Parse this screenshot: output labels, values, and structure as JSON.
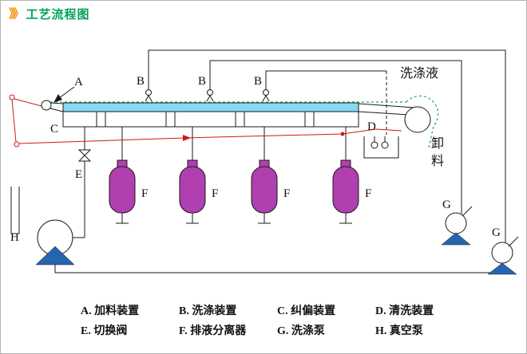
{
  "header": {
    "chevrons": "》》",
    "title": "工艺流程图"
  },
  "colors": {
    "accent_orange": "#F28C00",
    "title_green": "#00A15A",
    "belt_cyan": "#86D9F2",
    "vessel_purple": "#B03FB0",
    "pump_blue": "#2565AE",
    "line_red": "#D01818",
    "path_green": "#2EA44E"
  },
  "diagram": {
    "labels": {
      "washing_liquid": "洗涤液",
      "discharge_top": "卸",
      "discharge_bottom": "料"
    },
    "markers": {
      "feed": "A",
      "wash": "B",
      "tracking": "C",
      "clean": "D",
      "valve": "E",
      "separator": "F",
      "wash_pump": "G",
      "vacuum_pump": "H"
    }
  },
  "legend": {
    "items": [
      {
        "text": "A. 加料装置"
      },
      {
        "text": "B. 洗涤装置"
      },
      {
        "text": "C. 纠偏装置"
      },
      {
        "text": "D. 清洗装置"
      },
      {
        "text": "E. 切换阀"
      },
      {
        "text": "F. 排液分离器"
      },
      {
        "text": "G. 洗涤泵"
      },
      {
        "text": "H. 真空泵"
      }
    ]
  }
}
